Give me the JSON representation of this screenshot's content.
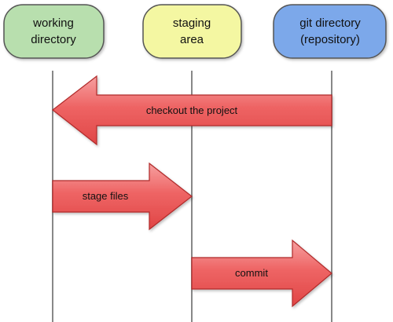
{
  "diagram": {
    "nodes": [
      {
        "id": "working",
        "lines": [
          "working",
          "directory"
        ],
        "fill": "#b8dfae",
        "stroke": "#555555"
      },
      {
        "id": "staging",
        "lines": [
          "staging",
          "area"
        ],
        "fill": "#f4f7a2",
        "stroke": "#555555"
      },
      {
        "id": "repo",
        "lines": [
          "git directory",
          "(repository)"
        ],
        "fill": "#7ba8ea",
        "stroke": "#555555"
      }
    ],
    "arrows": [
      {
        "id": "checkout",
        "label": "checkout the project",
        "from": "repo",
        "to": "working"
      },
      {
        "id": "stage",
        "label": "stage files",
        "from": "working",
        "to": "staging"
      },
      {
        "id": "commit",
        "label": "commit",
        "from": "staging",
        "to": "repo"
      }
    ],
    "colors": {
      "arrow_fill": "#ec5a5a",
      "arrow_stroke": "#b02a2a",
      "arrow_highlight": "#f7a3a3",
      "lifeline": "#888888"
    }
  }
}
